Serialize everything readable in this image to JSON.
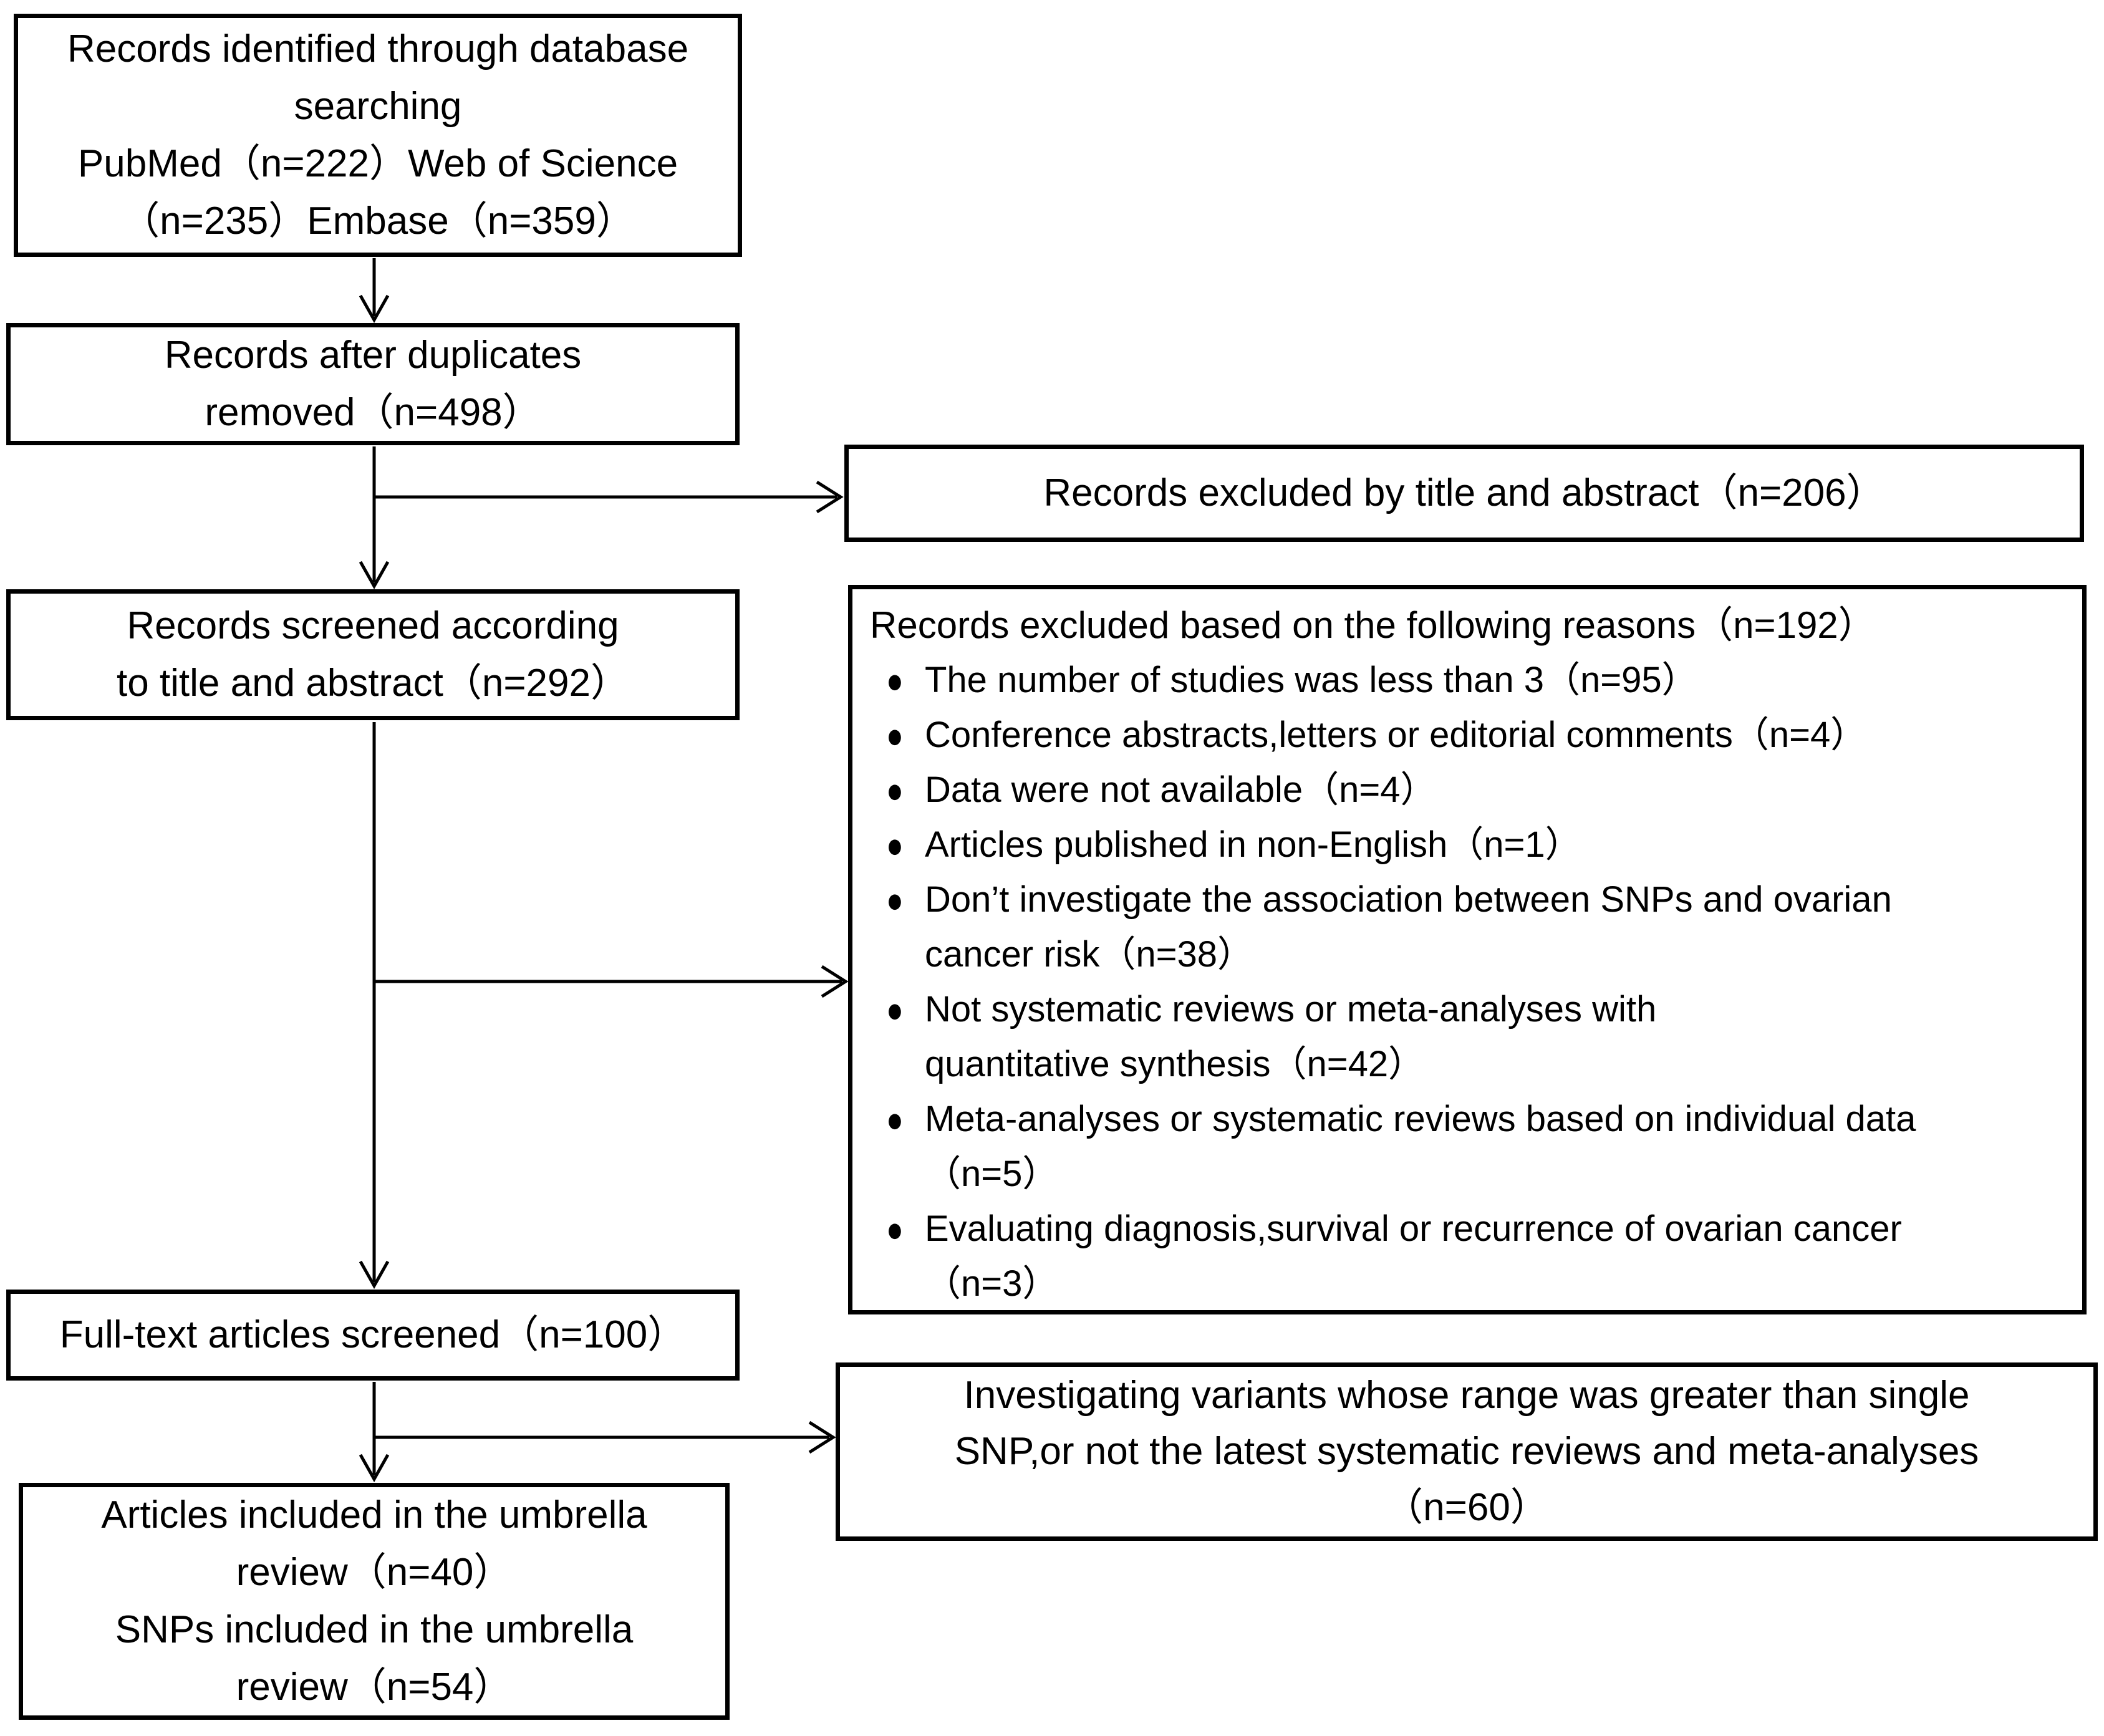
{
  "page": {
    "background_color": "#ffffff",
    "line_color": "#000000",
    "text_color": "#000000"
  },
  "boxes": {
    "identification": {
      "lines": [
        "Records identified through database",
        "searching",
        "PubMed（n=222）Web of Science",
        "（n=235）Embase（n=359）"
      ]
    },
    "duplicates_removed": {
      "lines": [
        "Records after duplicates",
        "removed（n=498）"
      ]
    },
    "excluded_title_abstract": {
      "lines": [
        "Records excluded by title and abstract（n=206）"
      ]
    },
    "screened_title_abstract": {
      "lines": [
        "Records screened according",
        "to title and abstract（n=292）"
      ]
    },
    "exclusion_reasons": {
      "title": "Records excluded based on the following reasons（n=192）",
      "bullet_glyph": "●",
      "bullets": [
        {
          "lines": [
            "The number of studies was less than 3（n=95）"
          ]
        },
        {
          "lines": [
            "Conference abstracts,letters or editorial comments（n=4）"
          ]
        },
        {
          "lines": [
            "Data were not available（n=4）"
          ]
        },
        {
          "lines": [
            "Articles published in non-English（n=1）"
          ]
        },
        {
          "lines": [
            "Don’t investigate the association between SNPs and ovarian",
            "cancer risk（n=38）"
          ]
        },
        {
          "lines": [
            "Not systematic reviews or meta-analyses with",
            "quantitative synthesis（n=42）"
          ]
        },
        {
          "lines": [
            "Meta-analyses or systematic reviews based on individual data",
            "（n=5）"
          ]
        },
        {
          "lines": [
            "Evaluating diagnosis,survival or recurrence of ovarian cancer",
            "（n=3）"
          ]
        }
      ]
    },
    "fulltext_screened": {
      "lines": [
        "Full-text articles screened（n=100）"
      ]
    },
    "excluded_fulltext": {
      "lines": [
        "Investigating variants whose range was greater than single",
        "SNP,or not the latest systematic reviews and meta-analyses",
        "（n=60）"
      ]
    },
    "included": {
      "lines": [
        "Articles included in the umbrella",
        "review（n=40）",
        "SNPs included in the umbrella",
        "review（n=54）"
      ]
    }
  }
}
